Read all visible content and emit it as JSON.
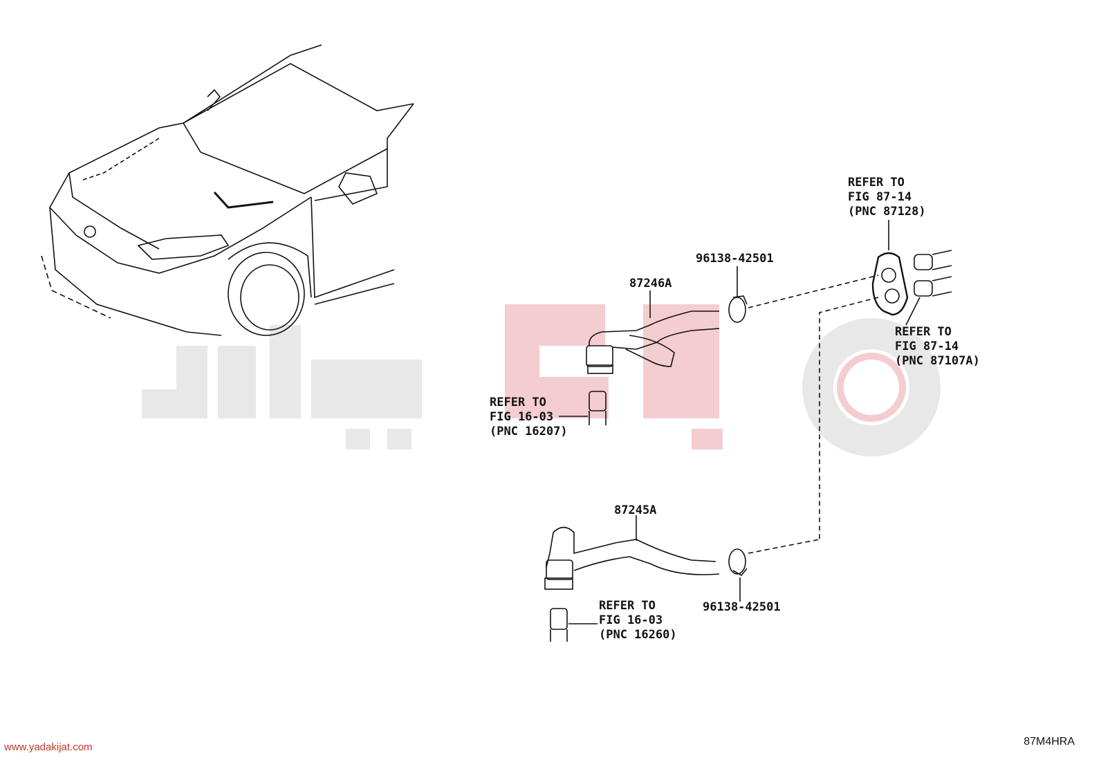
{
  "diagram": {
    "part_labels": {
      "hose_upper": "87246A",
      "hose_lower": "87245A",
      "clip_upper": "96138-42501",
      "clip_lower": "96138-42501"
    },
    "references": {
      "top_right": [
        "REFER TO",
        "FIG 87-14",
        "(PNC 87128)"
      ],
      "right": [
        "REFER TO",
        "FIG 87-14",
        "(PNC 87107A)"
      ],
      "middle_left": [
        "REFER TO",
        "FIG 16-03",
        "(PNC 16207)"
      ],
      "bottom": [
        "REFER TO",
        "FIG 16-03",
        "(PNC 16260)"
      ]
    },
    "figure_code": "87M4HRA",
    "watermark_url": "www.yadakijat.com",
    "colors": {
      "line": "#111111",
      "watermark_gray": "#e6e6e6",
      "watermark_red": "#f3c9cc"
    }
  }
}
